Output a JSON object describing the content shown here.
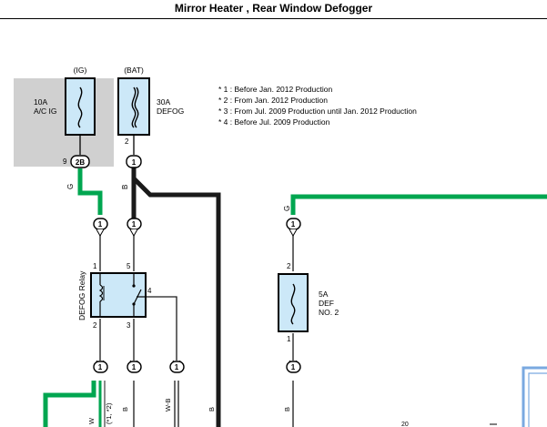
{
  "title": "Mirror Heater , Rear Window Defogger",
  "notes": [
    "* 1 : Before Jan.  2012 Production",
    "* 2 : From Jan.  2012 Production",
    "* 3 : From Jul.  2009 Production until Jan.  2012 Production",
    "* 4 : Before Jul.  2009 Production"
  ],
  "fuse_ig": {
    "source": "(IG)",
    "rating": "10A",
    "name": "A/C IG",
    "pin": "9",
    "connector": "2B"
  },
  "fuse_bat": {
    "source": "(BAT)",
    "rating": "30A",
    "name": "DEFOG",
    "pin": "2",
    "connector": "1"
  },
  "fuse_def2": {
    "rating": "5A",
    "name1": "DEF",
    "name2": "NO. 2",
    "pin_top": "2",
    "pin_bottom": "1"
  },
  "relay": {
    "name": "DEFOG Relay",
    "pin1": "1",
    "pin2": "2",
    "pin3": "3",
    "pin4": "4",
    "pin5": "5"
  },
  "wires": {
    "green": "G",
    "black": "B",
    "white_black": "W-B",
    "white": "W",
    "note_12": "(*1, *2)"
  },
  "connectors": {
    "c1": "1"
  },
  "fragment_20": "20",
  "colors": {
    "green": "#00a650",
    "black": "#1a1a1a",
    "fuse_fill": "#cce8f8",
    "ig_box": "#d0d0d0",
    "blue_box": "#7aa9e0"
  }
}
